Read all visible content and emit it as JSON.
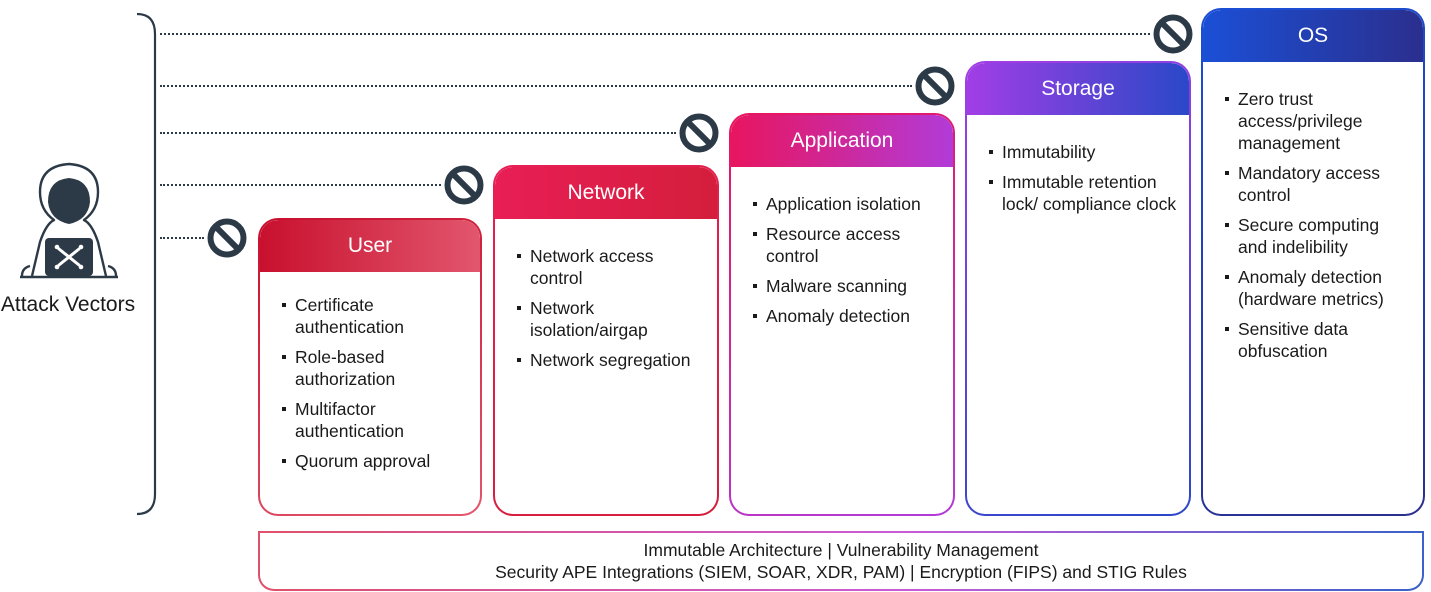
{
  "attacker": {
    "label": "Attack Vectors",
    "icon": "hacker-laptop-icon"
  },
  "layers": [
    {
      "key": "user",
      "title": "User",
      "colors": [
        "#c8102e",
        "#e2566d"
      ],
      "items": [
        "Certificate authentication",
        "Role-based authorization",
        "Multifactor authentication",
        "Quorum approval"
      ]
    },
    {
      "key": "network",
      "title": "Network",
      "colors": [
        "#e81e55",
        "#d41e3c"
      ],
      "items": [
        "Network access control",
        "Network isolation/airgap",
        "Network segregation"
      ]
    },
    {
      "key": "application",
      "title": "Application",
      "colors": [
        "#e8155f",
        "#b23bd8"
      ],
      "items": [
        "Application isolation",
        "Resource access control",
        "Malware scanning",
        "Anomaly detection"
      ]
    },
    {
      "key": "storage",
      "title": "Storage",
      "colors": [
        "#a23ee6",
        "#2a48c8"
      ],
      "items": [
        "Immutability",
        "Immutable retention lock/ compliance clock"
      ]
    },
    {
      "key": "os",
      "title": "OS",
      "colors": [
        "#1b4fd6",
        "#2b2f8e"
      ],
      "items": [
        "Zero trust access/privilege management",
        "Mandatory access control",
        "Secure computing and indelibility",
        "Anomaly detection (hardware metrics)",
        "Sensitive data obfuscation"
      ]
    }
  ],
  "footer": {
    "line1": "Immutable Architecture | Vulnerability Management",
    "line2": "Security APE Integrations (SIEM, SOAR, XDR, PAM) | Encryption (FIPS) and STIG Rules"
  },
  "colors": {
    "ban": "#2c3a47",
    "dotted": "#2c3a47",
    "text": "#1a1a1a"
  }
}
